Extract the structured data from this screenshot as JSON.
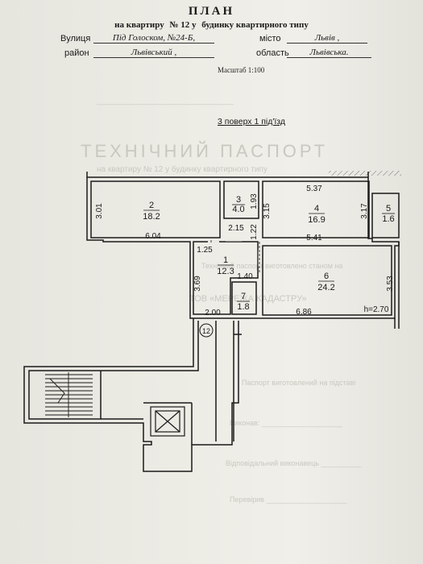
{
  "header": {
    "title": "ПЛАН",
    "subtitle": {
      "prefix": "на квартиру",
      "number": "№ 12 у",
      "suffix": "будинку квартирного типу"
    },
    "street_label": "Вулиця",
    "street_value": "Під Голоском, №24-Б,",
    "city_label": "місто",
    "city_value": "Львів ,",
    "district_label": "район",
    "district_value": "Львівський ,",
    "region_label": "область",
    "region_value": "Львівська.",
    "scale": "Масштаб 1:100",
    "floor_info": "3 поверх 1 під'їзд"
  },
  "rooms": [
    {
      "id": "2",
      "area": "18.2"
    },
    {
      "id": "3",
      "area": "4.0"
    },
    {
      "id": "4",
      "area": "16.9"
    },
    {
      "id": "5",
      "area": "1.6"
    },
    {
      "id": "1",
      "area": "12.3"
    },
    {
      "id": "6",
      "area": "24.2"
    },
    {
      "id": "7",
      "area": "1.8"
    }
  ],
  "dimensions": {
    "d1": "3.01",
    "d2": "6.04",
    "d3": "1.93",
    "d4": "5.37",
    "d5": "3.15",
    "d6": "3.17",
    "d7": "2.15",
    "d8": "1.22",
    "d9": "5.41",
    "d10": "1.25",
    "d11": "3.69",
    "d12": "1.40",
    "d13": "3.53",
    "d14": "2.00",
    "d15": "6.86"
  },
  "ceiling_height": "h=2.70",
  "apartment_marker": "12"
}
